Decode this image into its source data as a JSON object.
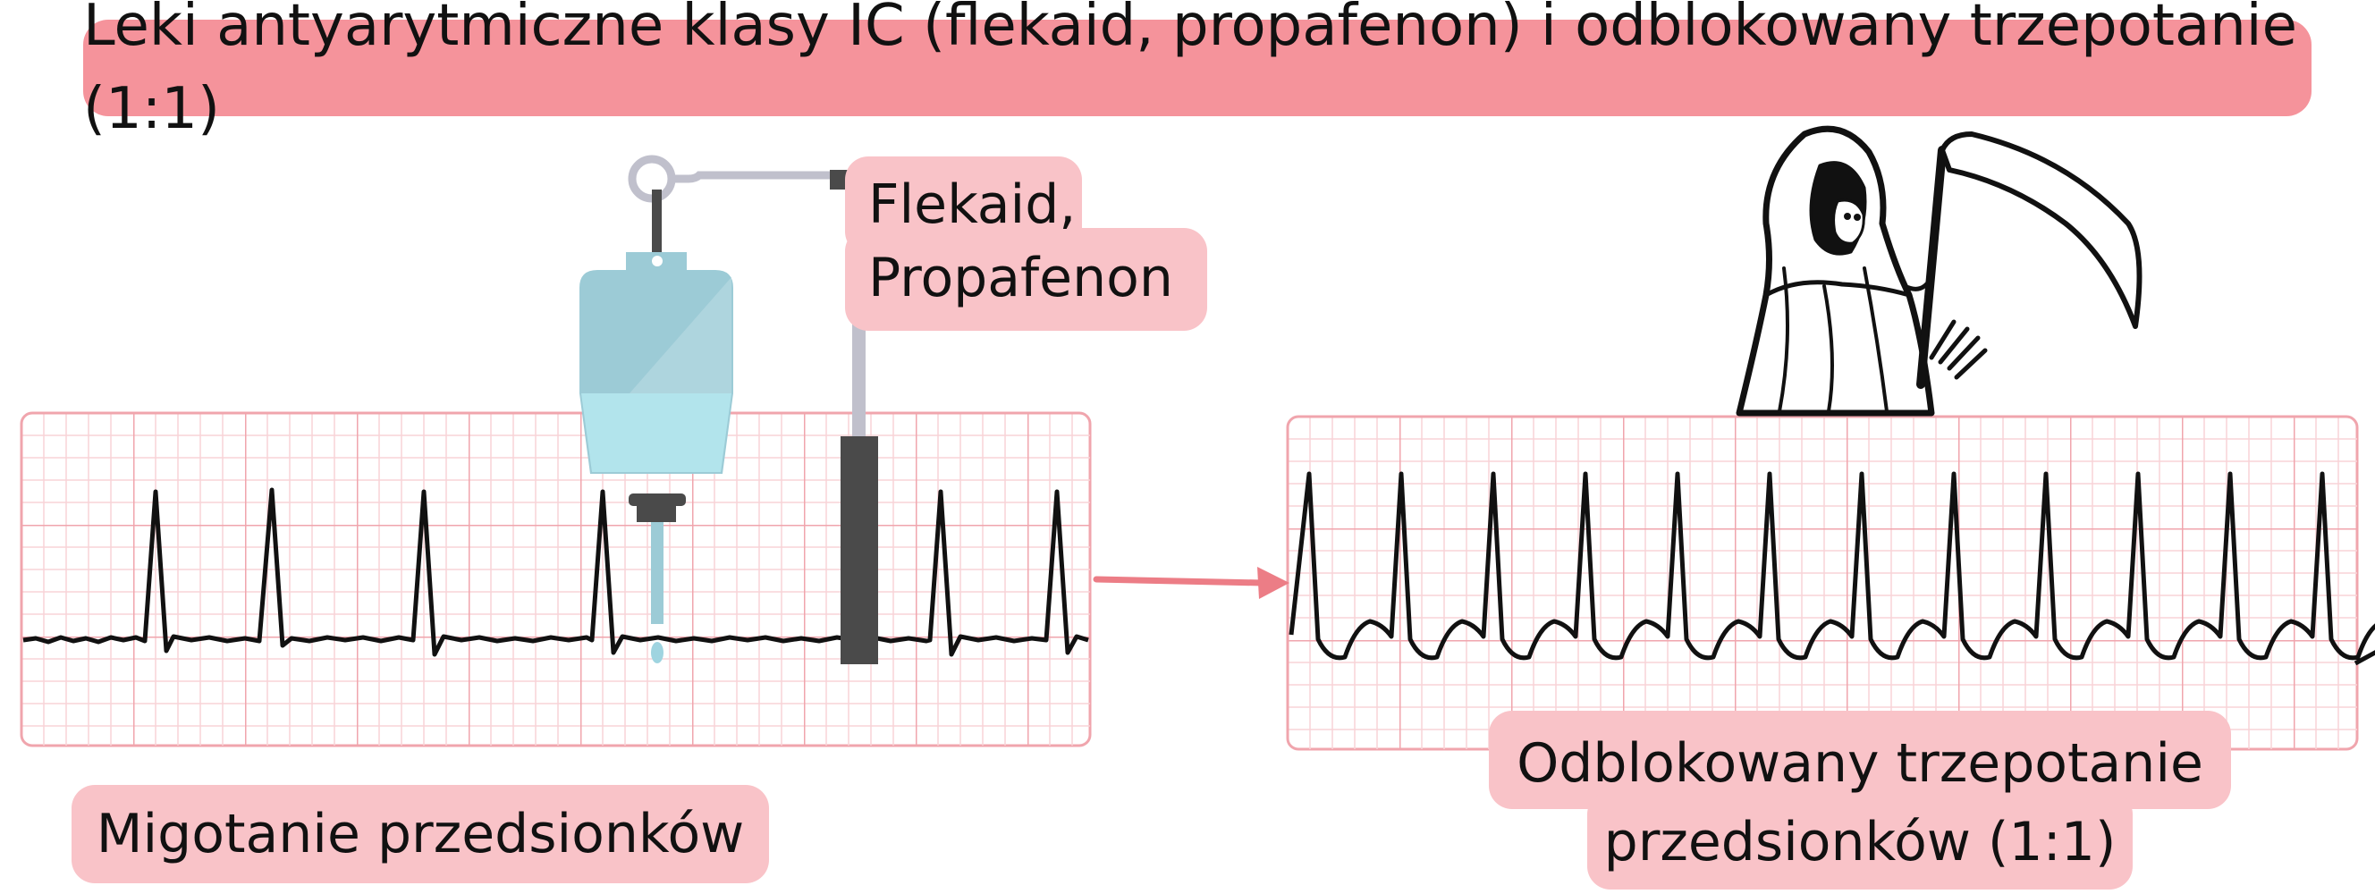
{
  "title": "Leki antyarytmiczne klasy IC (flekaid, propafenon) i odblokowany trzepotanie (1:1)",
  "drug_label": {
    "line1": "Flekaid,",
    "line2": "Propafenon"
  },
  "af_label": "Migotanie przedsionków",
  "flutter_label": {
    "line1": "Odblokowany trzepotanie",
    "line2": "przedsionków (1:1)"
  },
  "colors": {
    "title_bg": "#f5939b",
    "label_bg": "#f9c3c8",
    "ecg_grid_major": "#f0a5ad",
    "ecg_grid_minor": "#f8d3d7",
    "ecg_trace": "#111111",
    "arrow": "#ec7d86",
    "iv_bag": "#9ccbd6",
    "iv_fluid": "#b2e4ec",
    "iv_pole": "#c0c0cc",
    "iv_pole_base": "#4a4a4a"
  },
  "icons": [
    "iv-drip-icon",
    "grim-reaper-icon",
    "arrow-right-icon"
  ]
}
